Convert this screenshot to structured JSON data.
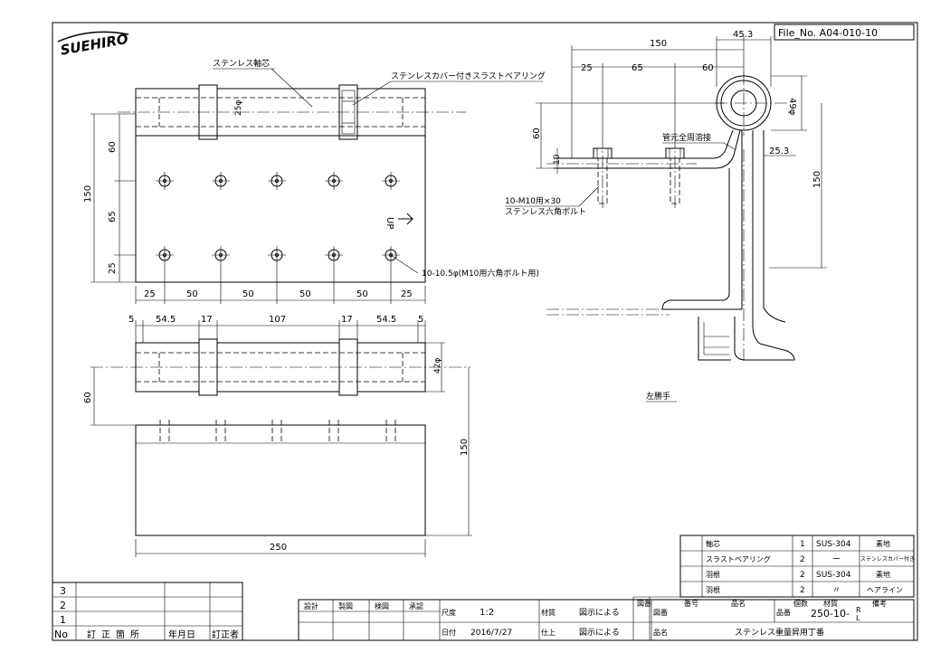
{
  "title_block": {
    "logo_text": "SUEHIRO",
    "file_no": "File_No.  A04-010-10",
    "scale_label": "尺度",
    "scale_value": "1:2",
    "date_label": "日付",
    "date_value": "2016/7/27",
    "material_label": "材質",
    "material_value": "図示による",
    "finish_label": "仕上",
    "finish_value": "図示による",
    "drawing_no_label": "図番",
    "part_no_label": "品番",
    "part_no_value": "250-10-",
    "part_no_suffix_r": "R",
    "part_no_suffix_l": "L",
    "product_name_label": "品名",
    "product_name_value": "ステンレス重量昇用丁番",
    "approvals": [
      "設計",
      "製図",
      "検図",
      "承認"
    ]
  },
  "revision_table": {
    "rows": [
      "3",
      "2",
      "1"
    ],
    "headers": [
      "No",
      "訂正箇所",
      "年月日",
      "訂正者"
    ]
  },
  "parts_list": {
    "headers": [
      "図番",
      "番号",
      "品名",
      "個数",
      "材質",
      "備考"
    ],
    "rows": [
      {
        "name": "軸芯",
        "qty": "1",
        "material": "SUS-304",
        "note": "素地"
      },
      {
        "name": "スラストベアリング",
        "qty": "2",
        "material": "ー",
        "note": "ステンレスカバー付き"
      },
      {
        "name": "羽根",
        "qty": "2",
        "material": "SUS-304",
        "note": "素地"
      },
      {
        "name": "羽根",
        "qty": "2",
        "material": "〃",
        "note": "ヘアライン"
      }
    ]
  },
  "annotations": {
    "shaft": "ステンレス軸芯",
    "bearing": "ステンレスカバー付きスラストベアリング",
    "hole_note": "10-10.5φ(M10用六角ボルト用)",
    "bolt_note_1": "10-M10用×30",
    "bolt_note_2": "ステンレス六角ボルト",
    "weld_note": "管元全周溶接",
    "hand_note": "左勝手",
    "up_label": "UP"
  },
  "dimensions": {
    "front_top": {
      "diameter": "25φ",
      "vertical": [
        "60",
        "65",
        "25"
      ],
      "overall_height": "150",
      "horizontal": [
        "25",
        "50",
        "50",
        "50",
        "50",
        "25"
      ]
    },
    "front_bottom": {
      "top_row": [
        "5",
        "54.5",
        "17",
        "107",
        "17",
        "54.5",
        "5"
      ],
      "diameter": "42φ",
      "left_height": "60",
      "right_height": "150",
      "overall_width": "250"
    },
    "side": {
      "width_150": "150",
      "d25": "25",
      "d65": "65",
      "d60": "60",
      "d45_3": "45.3",
      "d49": "49φ",
      "d60_v": "60",
      "d10": "10",
      "d25_3": "25.3",
      "d150_v": "150"
    }
  }
}
